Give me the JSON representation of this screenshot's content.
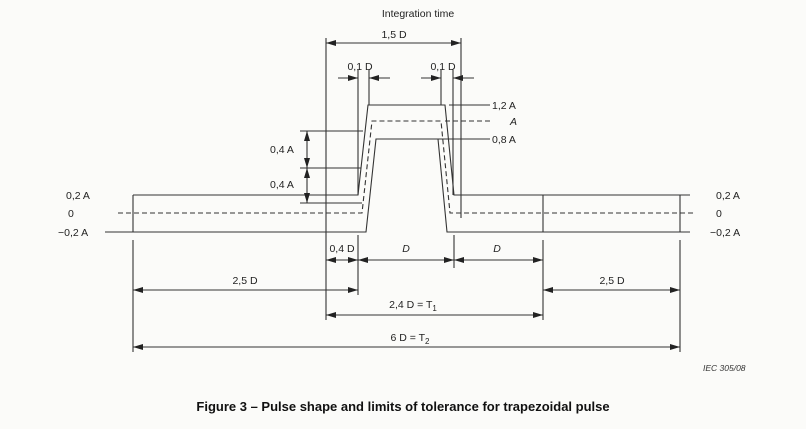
{
  "figure": {
    "title": "Integration time",
    "caption": "Figure 3 – Pulse shape and limits of tolerance for trapezoidal pulse",
    "reference": "IEC  305/08"
  },
  "labels": {
    "integration_width": "1,5 D",
    "rise_tolerance": "0,1 D",
    "fall_tolerance": "0,1 D",
    "upper_limit": "1,2 A",
    "nominal": "A",
    "lower_limit": "0,8 A",
    "band_upper": "0,4 A",
    "band_lower": "0,4 A",
    "left_plus": "0,2 A",
    "left_zero": "0",
    "left_minus": "−0,2 A",
    "right_plus": "0,2 A",
    "right_zero": "0",
    "right_minus": "−0,2 A",
    "rise_time": "0,4 D",
    "duration": "D",
    "after_duration": "D",
    "pre_span": "2,5 D",
    "post_span": "2,5 D",
    "t1_span": "2,4 D = T",
    "t1_sub": "1",
    "t2_span": "6 D = T",
    "t2_sub": "2"
  }
}
